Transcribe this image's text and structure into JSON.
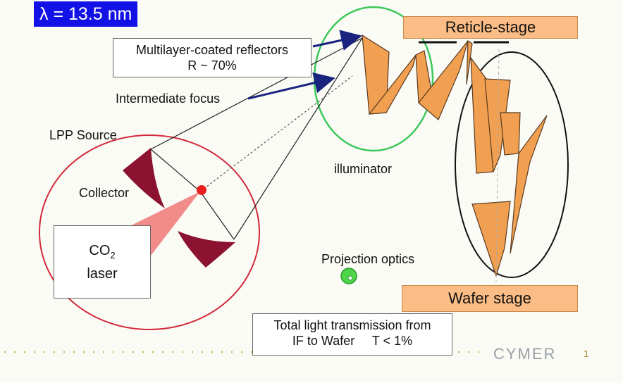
{
  "header": {
    "wavelength": "λ = 13.5 nm"
  },
  "callouts": {
    "reflectors_line1": "Multilayer-coated reflectors",
    "reflectors_line2": "R ~ 70%",
    "intermediate_focus": "Intermediate focus",
    "lpp_source": "LPP Source",
    "collector": "Collector",
    "laser_line1": "CO",
    "laser_line1_sub": "2",
    "laser_line2": "laser",
    "illuminator": "illuminator",
    "projection_optics": "Projection optics"
  },
  "stages": {
    "reticle": "Reticle-stage",
    "wafer": "Wafer stage"
  },
  "transmission": {
    "line1": "Total light transmission from",
    "line2": "IF to Wafer     T < 1%"
  },
  "footer": {
    "logo": "CYMER",
    "page": "1"
  },
  "colors": {
    "wavelength_bg": "#1212e6",
    "source_circle": "#d22a3a",
    "illuminator_circle": "#3cc85a",
    "mirror_orange": "#f0a050",
    "collector_mirror": "#8b1230",
    "laser_beam": "#f08080",
    "stage_fill": "#fbbd85",
    "arrow_navy": "#1a237e"
  }
}
